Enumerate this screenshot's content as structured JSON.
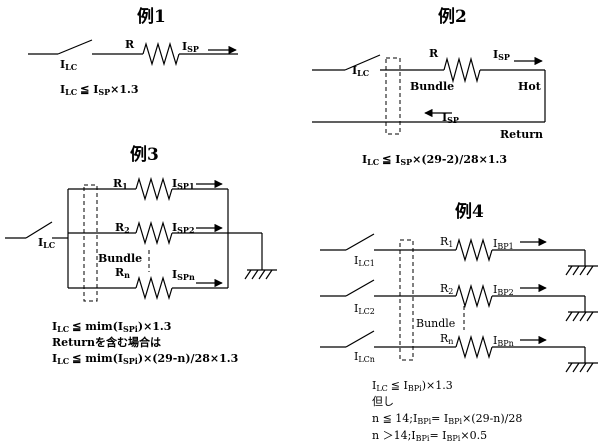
{
  "examples": {
    "ex1": {
      "title": "例1",
      "r": "R",
      "i_sp": "I",
      "i_sp_sub": "SP",
      "i_lc": "I",
      "i_lc_sub": "LC",
      "formula": {
        "a": "I",
        "a_sub": "LC",
        "b": "≦ I",
        "b_sub": "SP",
        "c": "×1.3"
      }
    },
    "ex2": {
      "title": "例2",
      "r": "R",
      "i_sp": "I",
      "i_sp_sub": "SP",
      "i_lc": "I",
      "i_lc_sub": "LC",
      "bundle": "Bundle",
      "hot": "Hot",
      "return": "Return",
      "i_sp_ret": "I",
      "i_sp_ret_sub": "SP",
      "formula": {
        "a": "I",
        "a_sub": "LC",
        "b": "≦ I",
        "b_sub": "SP",
        "c": "×(29-2)/28×1.3"
      }
    },
    "ex3": {
      "title": "例3",
      "r1": "R",
      "r1_sub": "1",
      "r2": "R",
      "r2_sub": "2",
      "rn": "R",
      "rn_sub": "n",
      "isp1": "I",
      "isp1_sub": "SP1",
      "isp2": "I",
      "isp2_sub": "SP2",
      "ispn": "I",
      "ispn_sub": "SPn",
      "i_lc": "I",
      "i_lc_sub": "LC",
      "bundle": "Bundle",
      "line1": {
        "a": "I",
        "a_sub": "LC",
        "b": "≦ mim(I",
        "b_sub": "SPi",
        "c": ")×1.3"
      },
      "line2": "Returnを含む場合は",
      "line3": {
        "a": "I",
        "a_sub": "LC",
        "b": "≦ mim(I",
        "b_sub": "SPi",
        "c": ")×(29-n)/28×1.3"
      }
    },
    "ex4": {
      "title": "例4",
      "r1": "R",
      "r1_sub": "1",
      "r2": "R",
      "r2_sub": "2",
      "rn": "R",
      "rn_sub": "n",
      "ibp1": "I",
      "ibp1_sub": "BP1",
      "ibp2": "I",
      "ibp2_sub": "BP2",
      "ibpn": "I",
      "ibpn_sub": "BPn",
      "ilc1": "I",
      "ilc1_sub": "LC1",
      "ilc2": "I",
      "ilc2_sub": "LC2",
      "ilcn": "I",
      "ilcn_sub": "LCn",
      "bundle": "Bundle",
      "line1": {
        "a": "I",
        "a_sub": "LC",
        "b": "≦ I",
        "b_sub": "BPi",
        "c": ")×1.3"
      },
      "line2": "但し",
      "line3": {
        "a": "n ≦ 14;I",
        "a_sub": "BPi",
        "b": "= I",
        "b_sub": "BPi",
        "c": "×(29-n)/28"
      },
      "line4": {
        "a": "n ＞14;I",
        "a_sub": "BPi",
        "b": "= I",
        "b_sub": "BPi",
        "c": "×0.5"
      }
    }
  }
}
